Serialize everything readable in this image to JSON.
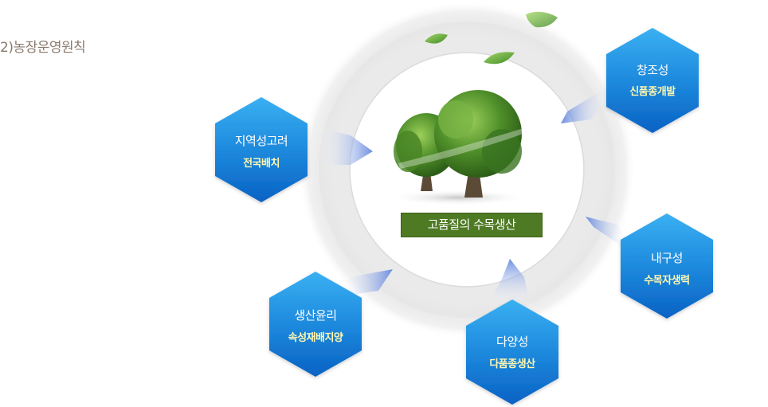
{
  "heading": "2)농장운영원칙",
  "center": {
    "label": "고품질의 수목생산"
  },
  "principles": [
    {
      "title": "창조성",
      "subtitle": "신품종개발"
    },
    {
      "title": "지역성고려",
      "subtitle": "전국배치"
    },
    {
      "title": "내구성",
      "subtitle": "수목자생력"
    },
    {
      "title": "생산윤리",
      "subtitle": "속성재배지양"
    },
    {
      "title": "다양성",
      "subtitle": "다품종생산"
    }
  ],
  "colors": {
    "hex_top": "#2aa6ee",
    "hex_bottom": "#0a66c8",
    "subtitle": "#fff7b0",
    "center_label_bg": "#4e7a24",
    "heading": "#8a7a6c"
  },
  "icons": [
    "tree-icon",
    "leaf-icon"
  ]
}
